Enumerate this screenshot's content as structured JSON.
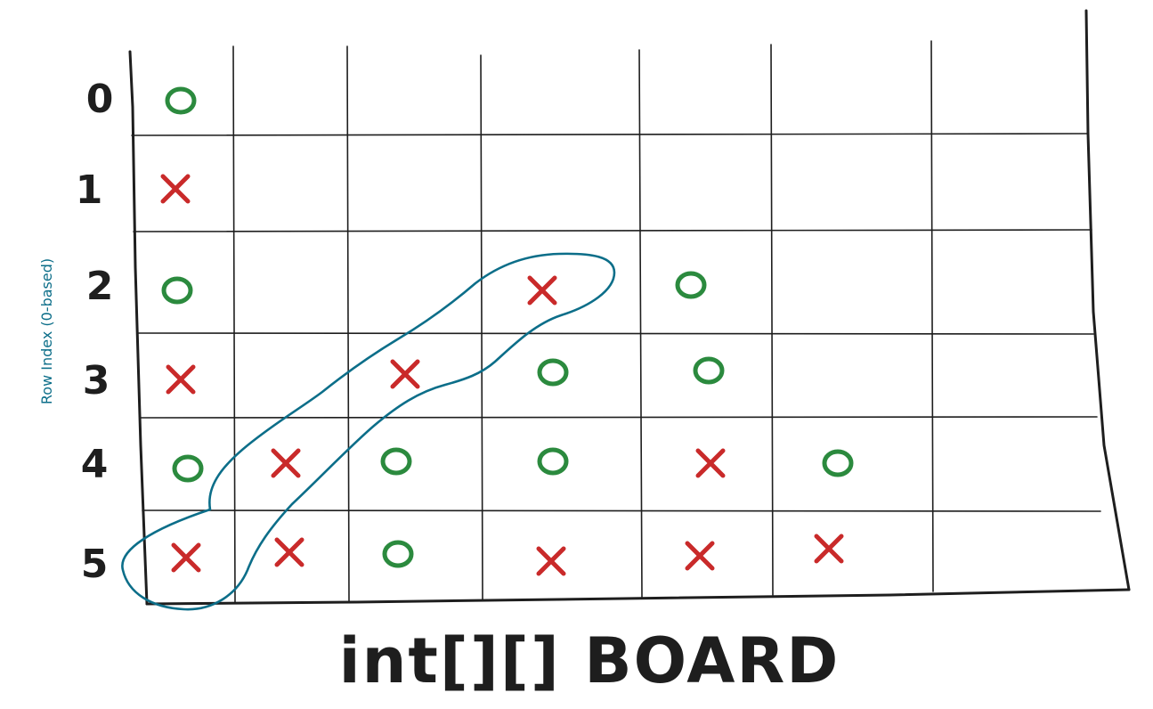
{
  "diagram": {
    "row_axis_label": "Row Index (0-based)",
    "title": "int[][] BOARD",
    "row_labels": [
      "0",
      "1",
      "2",
      "3",
      "4",
      "5"
    ],
    "colors": {
      "x_piece": "#c92a2a",
      "o_piece": "#2b8a3e",
      "highlight": "#0c6e89",
      "lines": "#1e1e1e"
    },
    "board": [
      [
        "O",
        "",
        "",
        "",
        "",
        "",
        ""
      ],
      [
        "X",
        "",
        "",
        "",
        "",
        "",
        ""
      ],
      [
        "O",
        "",
        "",
        "X",
        "O",
        "",
        ""
      ],
      [
        "X",
        "",
        "X",
        "O",
        "O",
        "",
        ""
      ],
      [
        "O",
        "X",
        "O",
        "O",
        "X",
        "O",
        ""
      ],
      [
        "X",
        "X",
        "O",
        "X",
        "X",
        "X",
        ""
      ]
    ],
    "highlighted_cells": [
      [
        5,
        0
      ],
      [
        4,
        1
      ],
      [
        3,
        2
      ],
      [
        2,
        3
      ]
    ],
    "highlight_icon": "diagonal-highlight-outline"
  }
}
